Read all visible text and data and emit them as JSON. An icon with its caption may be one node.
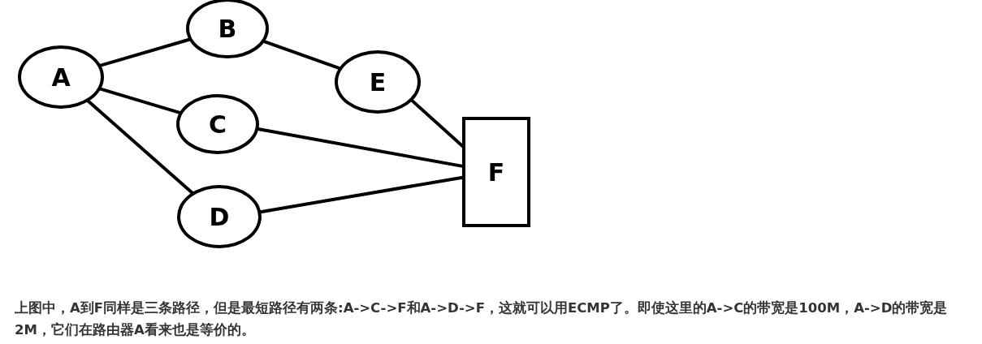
{
  "diagram": {
    "caption": "上图中，A到F同样是三条路径，但是最短路径有两条:A->C->F和A->D->F，这就可以用ECMP了。即使这里的A->C的带宽是100M，A->D的带宽是2M，它们在路由器A看来也是等价的。",
    "nodes": [
      {
        "text": [
          "A"
        ]
      },
      {
        "text": [
          "B"
        ]
      },
      {
        "text": [
          "C"
        ]
      },
      {
        "text": [
          "D"
        ]
      },
      {
        "text": [
          "E"
        ]
      },
      {
        "text": [
          "F"
        ]
      }
    ],
    "edges": [
      {
        "from": 0,
        "to": 1,
        "arrow": "none"
      },
      {
        "from": 0,
        "to": 2,
        "arrow": "none"
      },
      {
        "from": 0,
        "to": 3,
        "arrow": "none"
      },
      {
        "from": 1,
        "to": 4,
        "arrow": "none"
      },
      {
        "from": 4,
        "to": 5,
        "arrow": "none"
      },
      {
        "from": 2,
        "to": 5,
        "arrow": "none"
      },
      {
        "from": 3,
        "to": 5,
        "arrow": "none"
      }
    ]
  }
}
